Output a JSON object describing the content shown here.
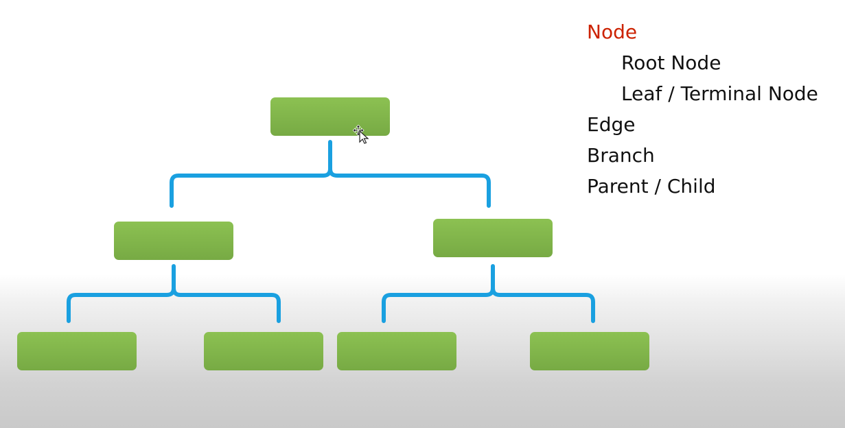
{
  "colors": {
    "node_fill": "#8cc152",
    "node_fill_dark": "#77aa44",
    "edge": "#1aa0e0",
    "highlight_term": "#cc2200",
    "text": "#111111"
  },
  "legend": {
    "items": [
      {
        "label": "Node",
        "level": 0,
        "highlight": true
      },
      {
        "label": "Root Node",
        "level": 1,
        "highlight": false
      },
      {
        "label": "Leaf / Terminal Node",
        "level": 1,
        "highlight": false
      },
      {
        "label": "Edge",
        "level": 0,
        "highlight": false
      },
      {
        "label": "Branch",
        "level": 0,
        "highlight": false
      },
      {
        "label": "Parent / Child",
        "level": 0,
        "highlight": false
      }
    ]
  },
  "tree": {
    "root": {
      "children": [
        {
          "children": [
            {},
            {}
          ]
        },
        {
          "children": [
            {},
            {}
          ]
        }
      ]
    }
  },
  "cursor": {
    "icon": "move-cursor-icon"
  }
}
